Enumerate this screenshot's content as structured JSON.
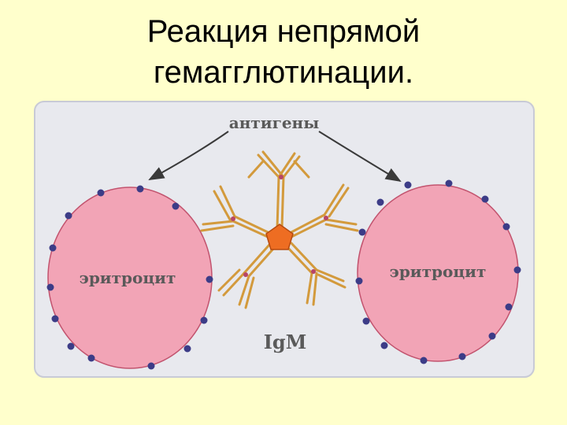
{
  "title": {
    "line1": "Реакция непрямой",
    "line2": "гемагглютинации."
  },
  "diagram": {
    "label_antigens": "антигены",
    "label_left_cell": "эритроцит",
    "label_right_cell": "эритроцит",
    "label_igm": "IgM",
    "colors": {
      "panel_bg": "#e8e9ee",
      "cell_fill": "#f2a4b6",
      "cell_stroke": "#c2536e",
      "antigen_dot": "#3c3c87",
      "antibody": "#d39a3c",
      "antibody_tip": "#b84566",
      "core_pentagon": "#ee6d22",
      "arrow": "#3a3a3a",
      "label": "#5a5a5a"
    }
  }
}
